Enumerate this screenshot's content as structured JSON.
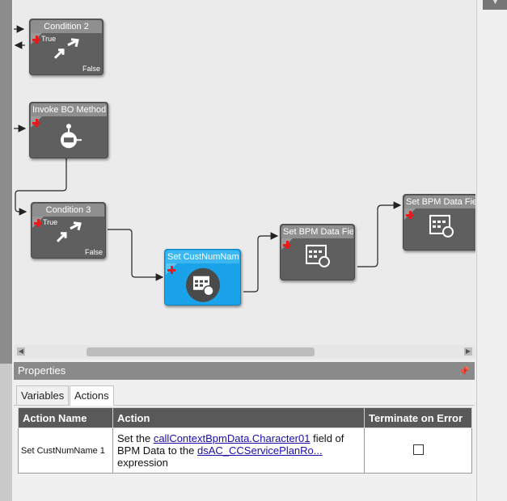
{
  "nodes": {
    "condition2": {
      "title": "Condition 2",
      "true_label": "True",
      "false_label": "False"
    },
    "invoke_bo": {
      "title": "Invoke BO Method"
    },
    "condition3": {
      "title": "Condition 3",
      "true_label": "True",
      "false_label": "False"
    },
    "set_custnum": {
      "title": "Set CustNumName"
    },
    "set_bpm_1": {
      "title": "Set BPM Data Field"
    },
    "set_bpm_2": {
      "title": "Set BPM Data Field"
    }
  },
  "properties": {
    "title": "Properties",
    "pin_icon": "pin-icon",
    "tabs": [
      "Variables",
      "Actions"
    ],
    "active_tab": "Actions",
    "columns": [
      "Action Name",
      "Action",
      "Terminate on Error"
    ],
    "rows": [
      {
        "name": "Set CustNumName 1",
        "action_prefix": "Set the ",
        "action_link1": "callContextBpmData.Character01",
        "action_mid": " field of BPM Data to the ",
        "action_link2": "dsAC_CCServicePlanRo...",
        "action_suffix": " expression",
        "terminate_on_error": false
      }
    ]
  },
  "colors": {
    "node_bg": "#5f5f5f",
    "node_title": "#8f8f8f",
    "selected_node": "#1aa3e8",
    "header_bg": "#595959",
    "plus_red": "#e51b1b"
  }
}
